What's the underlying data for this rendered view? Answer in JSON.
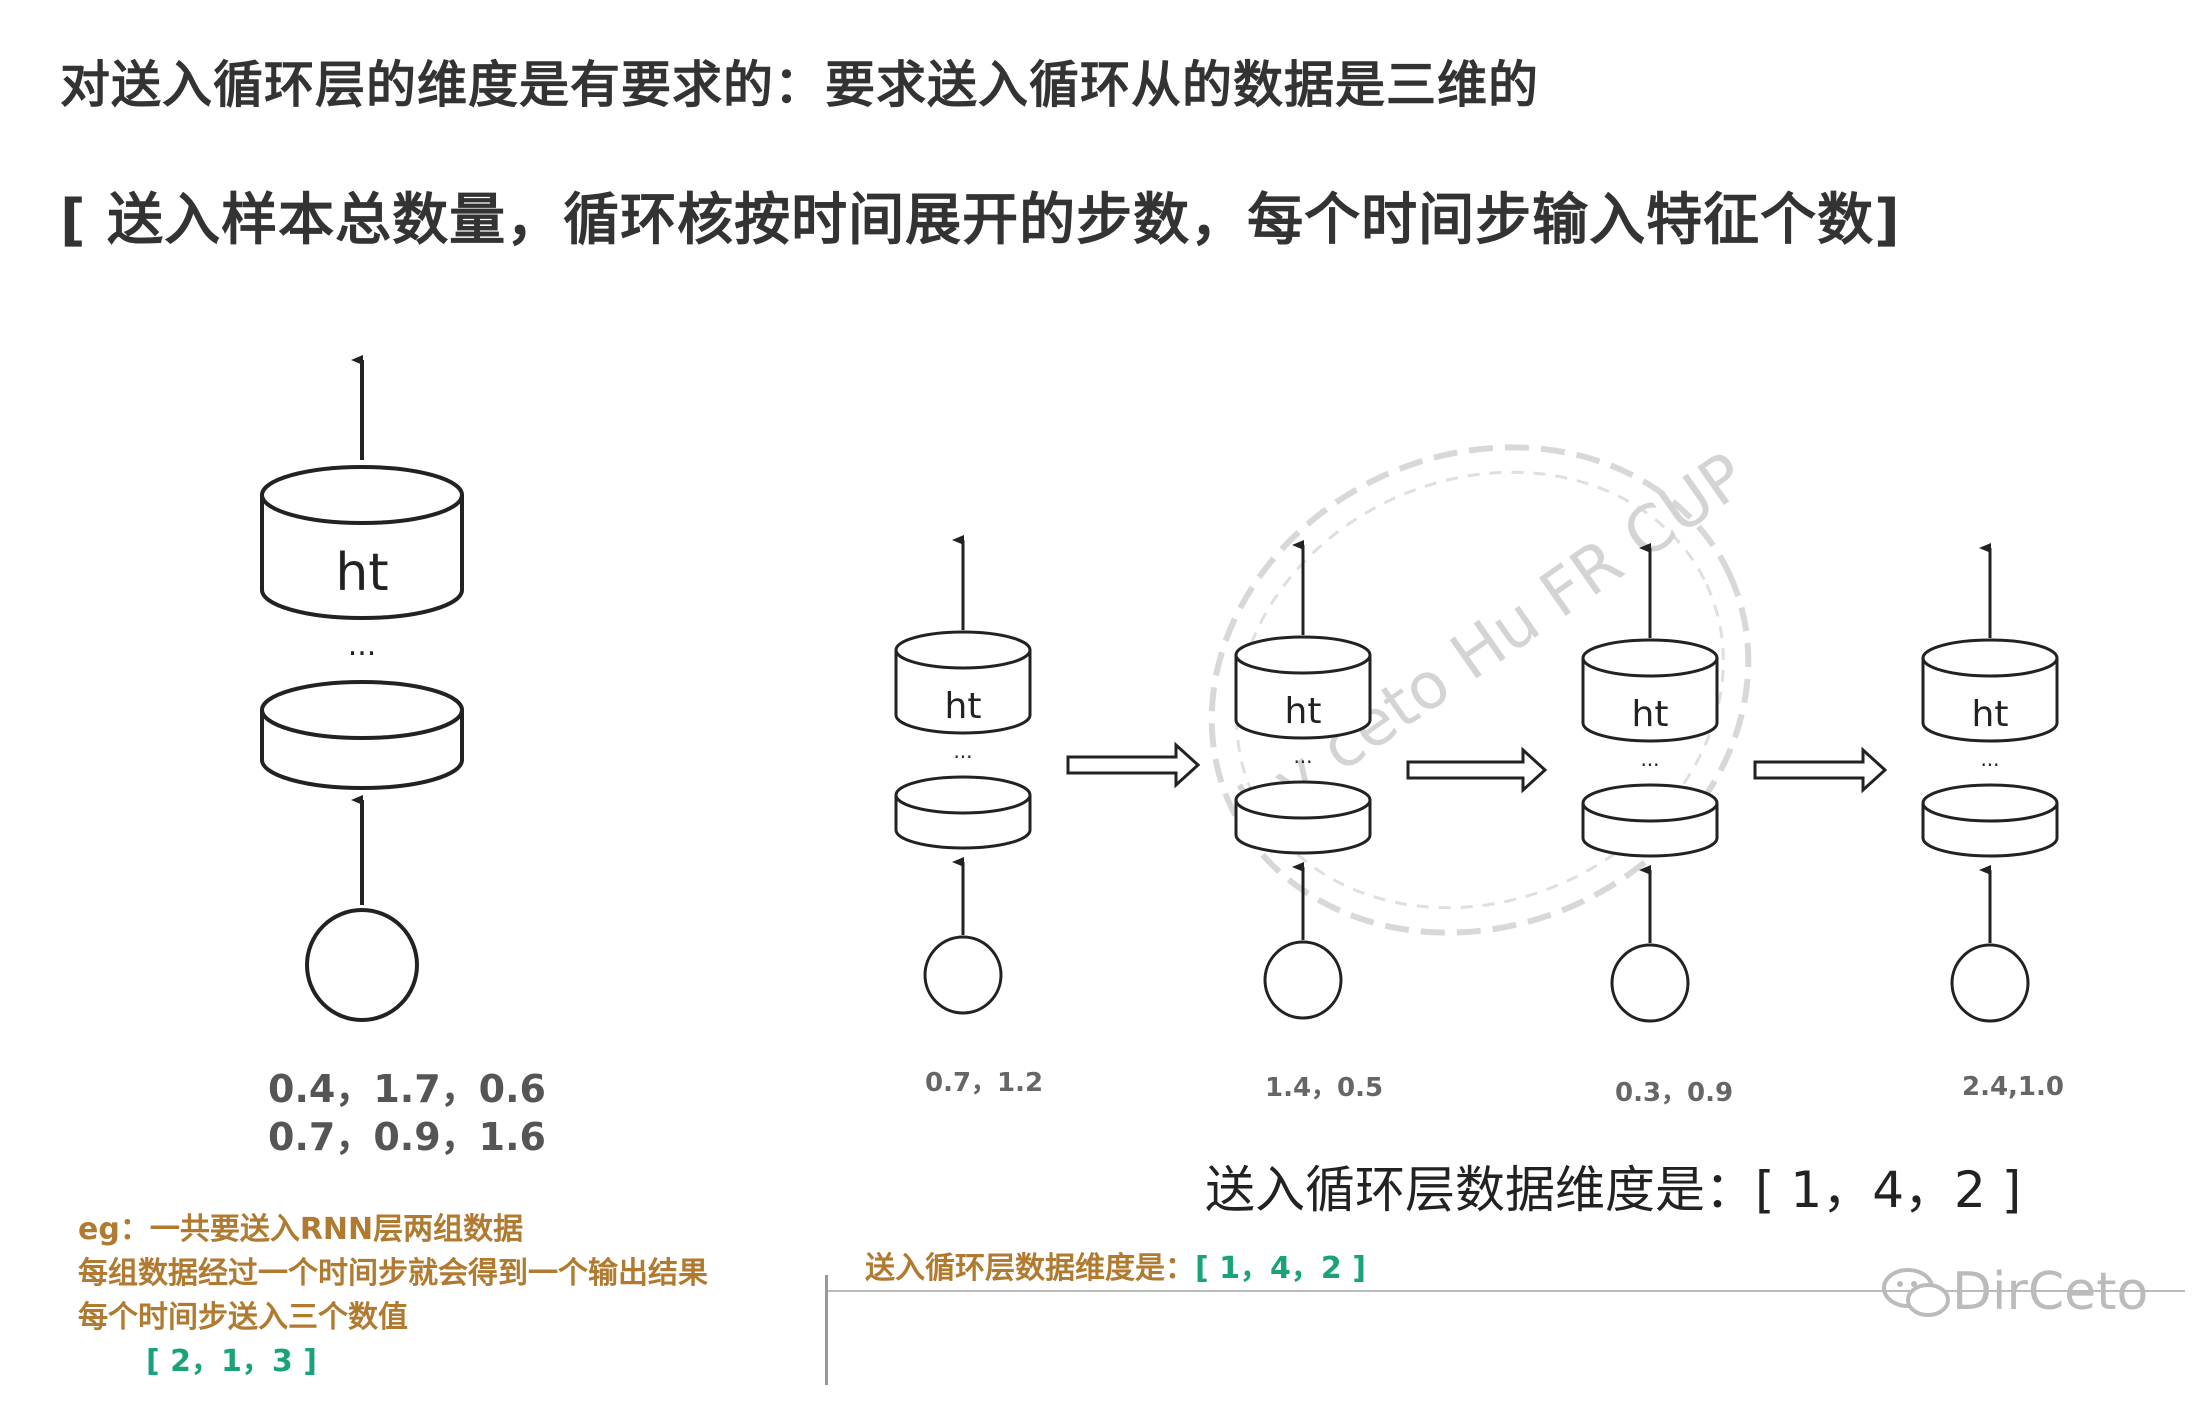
{
  "heading_1": "对送入循环层的维度是有要求的：要求送入循环从的数据是三维的",
  "heading_2": "[ 送入样本总数量，循环核按时间展开的步数，每个时间步输入特征个数]",
  "cell_label": "ht",
  "ellipsis": "...",
  "left_values": [
    "0.4，1.7，0.6",
    "0.7，0.9，1.6"
  ],
  "step_values": [
    "0.7，1.2",
    "1.4，0.5",
    "0.3，0.9",
    "2.4,1.0"
  ],
  "dimension_big": "送入循环层数据维度是：[ 1，4，2 ]",
  "note_lines": [
    "eg：一共要送入RNN层两组数据",
    "每组数据经过一个时间步就会得到一个输出结果",
    "每个时间步送入三个数值"
  ],
  "note_dims": "[ 2，1，3 ]",
  "dimension_small_label": "送入循环层数据维度是：",
  "dimension_small_value": "[ 1，4，2 ]",
  "watermark": "by ceto Hu FR CUP",
  "logo": "DirCeto",
  "colors": {
    "heading": "#333333",
    "note": "#b07a30",
    "note_value": "#1aa37a",
    "stroke": "#222222",
    "watermark": "#d0d0d0"
  }
}
